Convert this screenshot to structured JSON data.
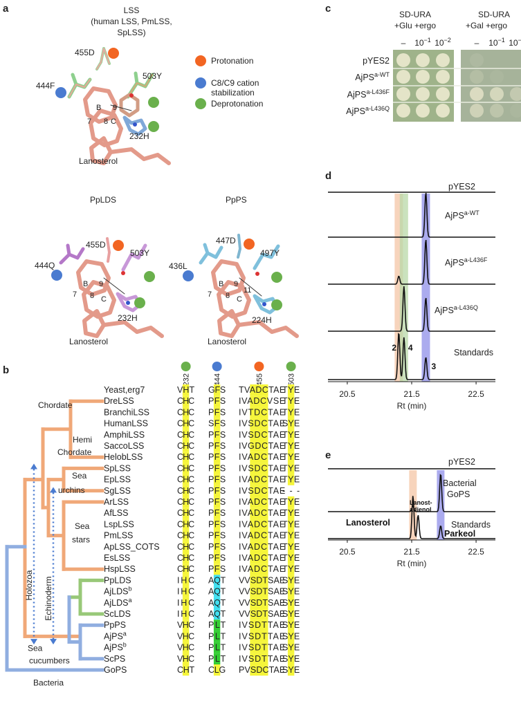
{
  "panels": {
    "a": {
      "label": "a",
      "lss_title": "LSS",
      "lss_subtitle1": "(human LSS, PmLSS,",
      "lss_subtitle2": "SpLSS)",
      "lss_residues": [
        "455D",
        "444F",
        "503Y",
        "232H"
      ],
      "ring_labels": [
        "B",
        "C",
        "7",
        "8",
        "9"
      ],
      "ligand": "Lanosterol",
      "legend": [
        {
          "label": "Protonation",
          "color": "#f26522"
        },
        {
          "label": "C8/C9 cation",
          "color": "#4a7bd0"
        },
        {
          "label": "stabilization",
          "color": ""
        },
        {
          "label": "Deprotonation",
          "color": "#6ab04c"
        }
      ],
      "ppl_title": "PpLDS",
      "ppl_residues": [
        "455D",
        "444Q",
        "503Y",
        "232H"
      ],
      "ppp_title": "PpPS",
      "ppp_residues": [
        "447D",
        "436L",
        "497Y",
        "224H"
      ],
      "ppp_extra_num": "11"
    },
    "b": {
      "label": "b",
      "positions": [
        "-232",
        "-444",
        "-455",
        "-503"
      ],
      "position_dot_colors": [
        "#6ab04c",
        "#4a7bd0",
        "#f26522",
        "#6ab04c"
      ],
      "rows": [
        {
          "name": "Yeast,erg7",
          "s232": "VHT",
          "s444": "GFS",
          "s455": "TVADCTAE",
          "s503": "TYE"
        },
        {
          "name": "DreLSS",
          "s232": "CHC",
          "s444": "PFS",
          "s455": "IVADCVSE",
          "s503": "TYE"
        },
        {
          "name": "BranchiLSS",
          "s232": "CHC",
          "s444": "PFS",
          "s455": "IVTDCTAE",
          "s503": "TYE"
        },
        {
          "name": "HumanLSS",
          "s232": "CHC",
          "s444": "SFS",
          "s455": "IVSDCTAE",
          "s503": "SYE"
        },
        {
          "name": "AmphiLSS",
          "s232": "CHC",
          "s444": "PFS",
          "s455": "IVSDCTAE",
          "s503": "TYE"
        },
        {
          "name": "SaccoLSS",
          "s232": "CHC",
          "s444": "PFS",
          "s455": "IVGDCTAE",
          "s503": "TYE"
        },
        {
          "name": "HelobLSS",
          "s232": "CHC",
          "s444": "PFS",
          "s455": "IVADCTAE",
          "s503": "TYE"
        },
        {
          "name": "SpLSS",
          "s232": "CHC",
          "s444": "PFS",
          "s455": "IVSDCTAE",
          "s503": "TYE"
        },
        {
          "name": "EpLSS",
          "s232": "CHC",
          "s444": "PFS",
          "s455": "IVADCTAE",
          "s503": "TYE"
        },
        {
          "name": "SgLSS",
          "s232": "CHC",
          "s444": "PFS",
          "s455": "IVSDCTAE",
          "s503": "---"
        },
        {
          "name": "ArLSS",
          "s232": "CHC",
          "s444": "PFS",
          "s455": "IVADCTAE",
          "s503": "TYE"
        },
        {
          "name": "AfLSS",
          "s232": "CHC",
          "s444": "PFS",
          "s455": "IVADCTAE",
          "s503": "TYE"
        },
        {
          "name": "LspLSS",
          "s232": "CHC",
          "s444": "PFS",
          "s455": "IVADCTAE",
          "s503": "TYE"
        },
        {
          "name": "PmLSS",
          "s232": "CHC",
          "s444": "PFS",
          "s455": "IVADCTAE",
          "s503": "TYE"
        },
        {
          "name": "ApLSS_COTS",
          "s232": "CHC",
          "s444": "PFS",
          "s455": "IVADCTAE",
          "s503": "TYE"
        },
        {
          "name": "EsLSS",
          "s232": "CHC",
          "s444": "PFS",
          "s455": "IVADCTAE",
          "s503": "TYE"
        },
        {
          "name": "HspLSS",
          "s232": "CHC",
          "s444": "PFS",
          "s455": "IVADCTAE",
          "s503": "TYE"
        },
        {
          "name": "PpLDS",
          "s232": "IHC",
          "s444": "AQT",
          "s455": "VVSDTSAE",
          "s503": "SYE"
        },
        {
          "name": "AjLDS",
          "sup": "b",
          "s232": "IHC",
          "s444": "AQT",
          "s455": "VVSDTSAE",
          "s503": "SYE"
        },
        {
          "name": "AjLDS",
          "sup": "a",
          "s232": "IHC",
          "s444": "AQT",
          "s455": "VVSDTSAE",
          "s503": "SYE"
        },
        {
          "name": "ScLDS",
          "s232": "IHC",
          "s444": "AQT",
          "s455": "VVSDTSAE",
          "s503": "SYE"
        },
        {
          "name": "PpPS",
          "s232": "VHC",
          "s444": "PLT",
          "s455": "IVSDTTAE",
          "s503": "SYE"
        },
        {
          "name": "AjPS",
          "sup": "a",
          "s232": "VHC",
          "s444": "PLT",
          "s455": "IVSDTTAE",
          "s503": "SYE"
        },
        {
          "name": "AjPS",
          "sup": "b",
          "s232": "VHC",
          "s444": "PLT",
          "s455": "IVSDTTAE",
          "s503": "SYE"
        },
        {
          "name": "ScPS",
          "s232": "VHC",
          "s444": "PLT",
          "s455": "IVSDTTAE",
          "s503": "SYE"
        },
        {
          "name": "GoPS",
          "s232": "CHT",
          "s444": "CLG",
          "s455": "PVSDCTAE",
          "s503": "SYE"
        }
      ],
      "clade_labels": [
        "Chordate",
        "Hemi",
        "Chordate",
        "Sea",
        "urchins",
        "Sea",
        "stars",
        "Holozoa",
        "Echinoderm",
        "Sea",
        "cucumbers",
        "Bacteria"
      ],
      "colors": {
        "lss": "#f0a878",
        "lds": "#98c878",
        "ps": "#90aee0",
        "hl_yellow": "#f5f53a",
        "hl_cyan": "#40e0f0",
        "hl_green": "#33cc33"
      }
    },
    "c": {
      "label": "c",
      "left_header1": "SD-URA",
      "left_header2": "+Glu +ergo",
      "right_header1": "SD-URA",
      "right_header2": "+Gal +ergo",
      "dilutions": [
        "–",
        "10",
        "10"
      ],
      "dilution_exps": [
        "",
        "−1",
        "−2"
      ],
      "strains": [
        {
          "base": "pYES2",
          "sup": ""
        },
        {
          "base": "AjPS",
          "sup": "a-WT"
        },
        {
          "base": "AjPS",
          "sup": "a-L436F"
        },
        {
          "base": "AjPS",
          "sup": "a-L436Q"
        }
      ]
    },
    "d": {
      "label": "d",
      "traces": [
        {
          "base": "pYES2",
          "sup": ""
        },
        {
          "base": "AjPS",
          "sup": "a-WT"
        },
        {
          "base": "AjPS",
          "sup": "a-L436F"
        },
        {
          "base": "AjPS",
          "sup": "a-L436Q"
        },
        {
          "base": "Standards",
          "sup": ""
        }
      ],
      "peak_labels": [
        "2",
        "4",
        "3"
      ],
      "xlabel": "Rt (min)",
      "xticks": [
        "20.5",
        "21.5",
        "22.5"
      ]
    },
    "e": {
      "label": "e",
      "traces": [
        "pYES2",
        "Bacterial",
        "GoPS",
        "Standards"
      ],
      "peak_labels": [
        "Lanosterol",
        "Lanost-",
        "adienol",
        "Parkeol"
      ],
      "xlabel": "Rt (min)",
      "xticks": [
        "20.5",
        "21.5",
        "22.5"
      ]
    }
  },
  "chart_data": [
    {
      "type": "line",
      "panel": "d",
      "xlabel": "Rt (min)",
      "xlim": [
        20.2,
        22.8
      ],
      "xticks": [
        20.5,
        21.5,
        22.5
      ],
      "highlight_bands": [
        {
          "x": 21.3,
          "color": "#f4c6a6"
        },
        {
          "x": 21.38,
          "color": "#b8d8a8"
        },
        {
          "x": 21.72,
          "color": "#8f8fe8"
        }
      ],
      "series": [
        {
          "name": "pYES2",
          "peaks": []
        },
        {
          "name": "AjPS a-WT",
          "peaks": [
            {
              "x": 21.72,
              "h": 1.0
            }
          ]
        },
        {
          "name": "AjPS a-L436F",
          "peaks": [
            {
              "x": 21.3,
              "h": 0.18
            },
            {
              "x": 21.72,
              "h": 1.0
            }
          ]
        },
        {
          "name": "AjPS a-L436Q",
          "peaks": [
            {
              "x": 21.38,
              "h": 1.0
            },
            {
              "x": 21.72,
              "h": 0.75
            }
          ]
        },
        {
          "name": "Standards",
          "peaks": [
            {
              "x": 21.3,
              "h": 0.95
            },
            {
              "x": 21.38,
              "h": 0.85
            },
            {
              "x": 21.72,
              "h": 0.45
            }
          ]
        }
      ]
    },
    {
      "type": "line",
      "panel": "e",
      "xlabel": "Rt (min)",
      "xlim": [
        20.2,
        22.8
      ],
      "xticks": [
        20.5,
        21.5,
        22.5
      ],
      "highlight_bands": [
        {
          "x": 21.52,
          "color": "#f4c6a6"
        },
        {
          "x": 21.95,
          "color": "#8f8fe8"
        }
      ],
      "series": [
        {
          "name": "pYES2",
          "peaks": []
        },
        {
          "name": "Bacterial GoPS",
          "peaks": [
            {
              "x": 21.52,
              "h": 0.15
            },
            {
              "x": 21.95,
              "h": 1.0
            }
          ]
        },
        {
          "name": "Standards",
          "peaks": [
            {
              "x": 21.52,
              "h": 1.0
            },
            {
              "x": 21.6,
              "h": 0.55
            },
            {
              "x": 21.95,
              "h": 0.3
            }
          ]
        }
      ]
    }
  ]
}
